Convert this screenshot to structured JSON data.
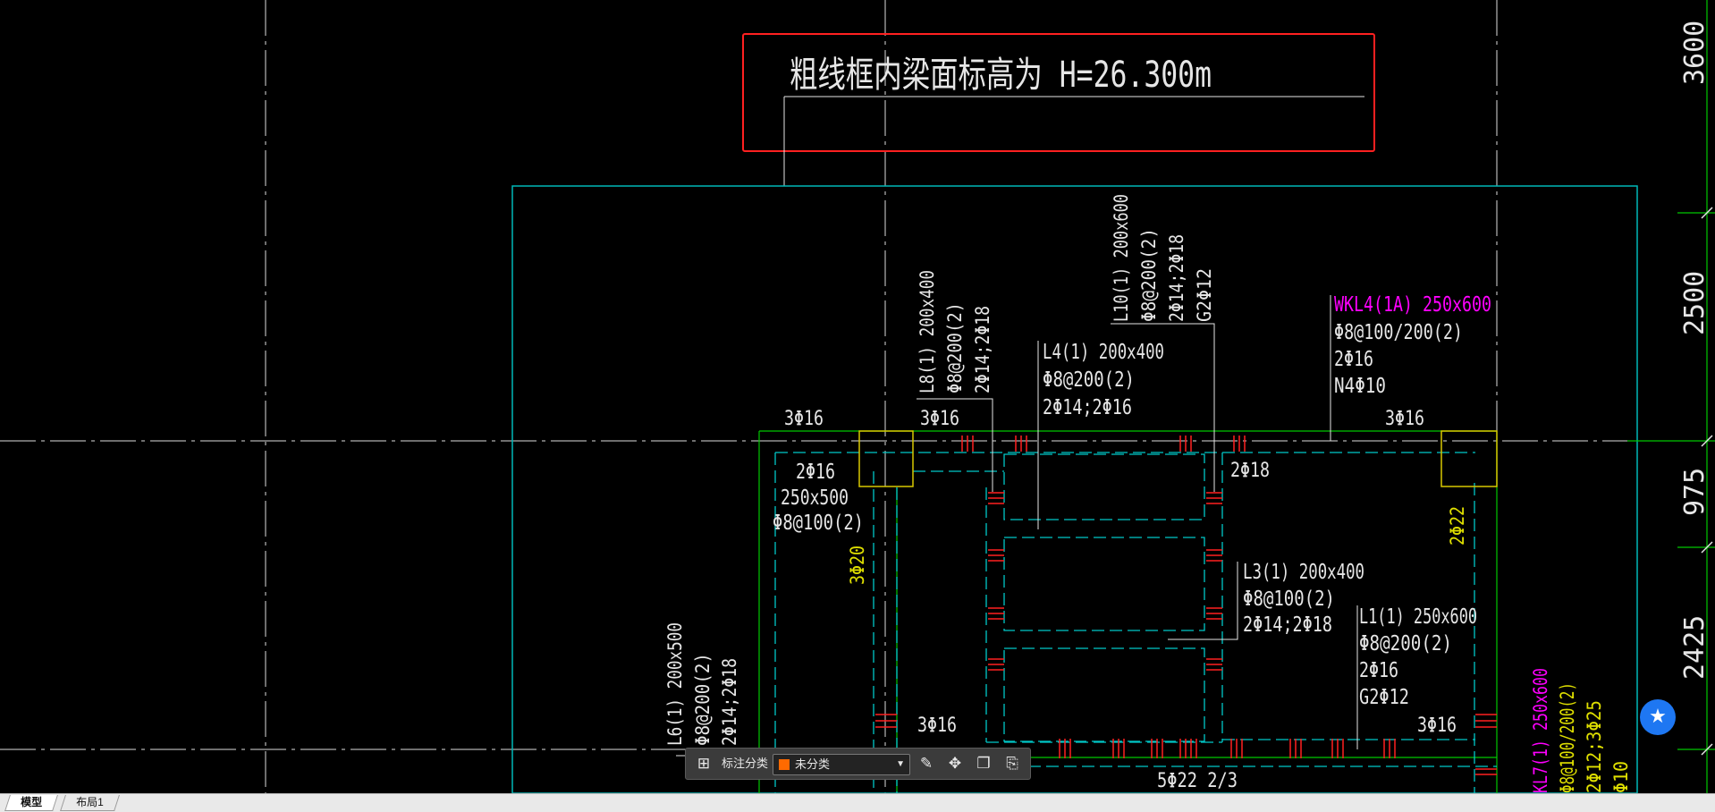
{
  "colors": {
    "background": "#000000",
    "grid_line": "#ffffff",
    "frame": "#00b8b8",
    "beam_outline": "#00c8c8",
    "column": "#d8c800",
    "wall": "#00c800",
    "rebar": "#ff2020",
    "highlight_box": "#ff2020",
    "frame_beam_text": "#ff00ff",
    "column_text": "#e0e000",
    "toolbar_swatch": "#ff6a00",
    "fav_button": "#1e77f2"
  },
  "annotation": {
    "title": "粗线框内梁面标高为 H=26.300m"
  },
  "dimensions": [
    "3600",
    "2500",
    "975",
    "2425"
  ],
  "beams": {
    "l8": {
      "line1": "L8(1) 200x400",
      "line2": "Φ8@200(2)",
      "line3": "2Φ14;2Φ18"
    },
    "l10": {
      "line1": "L10(1) 200x600",
      "line2": "Φ8@200(2)",
      "line3": "2Φ14;2Φ18",
      "line4": "G2Φ12"
    },
    "l4": {
      "line1": "L4(1) 200x400",
      "line2": "Φ8@200(2)",
      "line3": "2Φ14;2Φ16"
    },
    "wkl4": {
      "line1": "WKL4(1A) 250x600",
      "line2": "Φ8@100/200(2)",
      "line3": "2Φ16",
      "line4": "N4Φ10"
    },
    "left_beam": {
      "line1": "2Φ16",
      "line2": "250x500",
      "line3": "Φ8@100(2)"
    },
    "l3": {
      "line1": "L3(1) 200x400",
      "line2": "Φ8@100(2)",
      "line3": "2Φ14;2Φ18"
    },
    "l1": {
      "line1": "L1(1) 250x600",
      "line2": "Φ8@200(2)",
      "line3": "2Φ16",
      "line4": "G2Φ12"
    },
    "l6": {
      "line1": "L6(1) 200x500",
      "line2": "Φ8@200(2)",
      "line3": "2Φ14;2Φ18"
    },
    "kl7": {
      "line1": "KL7(1) 250x600",
      "line2": "Φ8@100/200(2)",
      "line3": "2Φ12;3Φ25",
      "line4": "Φ10"
    }
  },
  "rebar_labels": {
    "top_left": "3Φ16",
    "top_mid": "3Φ16",
    "top_right": "3Φ16",
    "mid_2f18": "2Φ18",
    "bottom_mid": "3Φ16",
    "bottom_right": "3Φ16",
    "bottom_5f22": "5Φ22 2/3",
    "col_left": "3Φ20",
    "col_right": "2Φ22"
  },
  "toolbar": {
    "grid_icon": "grid-icon",
    "label": "标注分类",
    "select_value": "未分类",
    "icons": [
      "edit-icon",
      "move-icon",
      "copy-icon",
      "paste-icon"
    ]
  },
  "tabs": [
    {
      "label": "模型",
      "active": true
    },
    {
      "label": "布局1",
      "active": false
    }
  ]
}
